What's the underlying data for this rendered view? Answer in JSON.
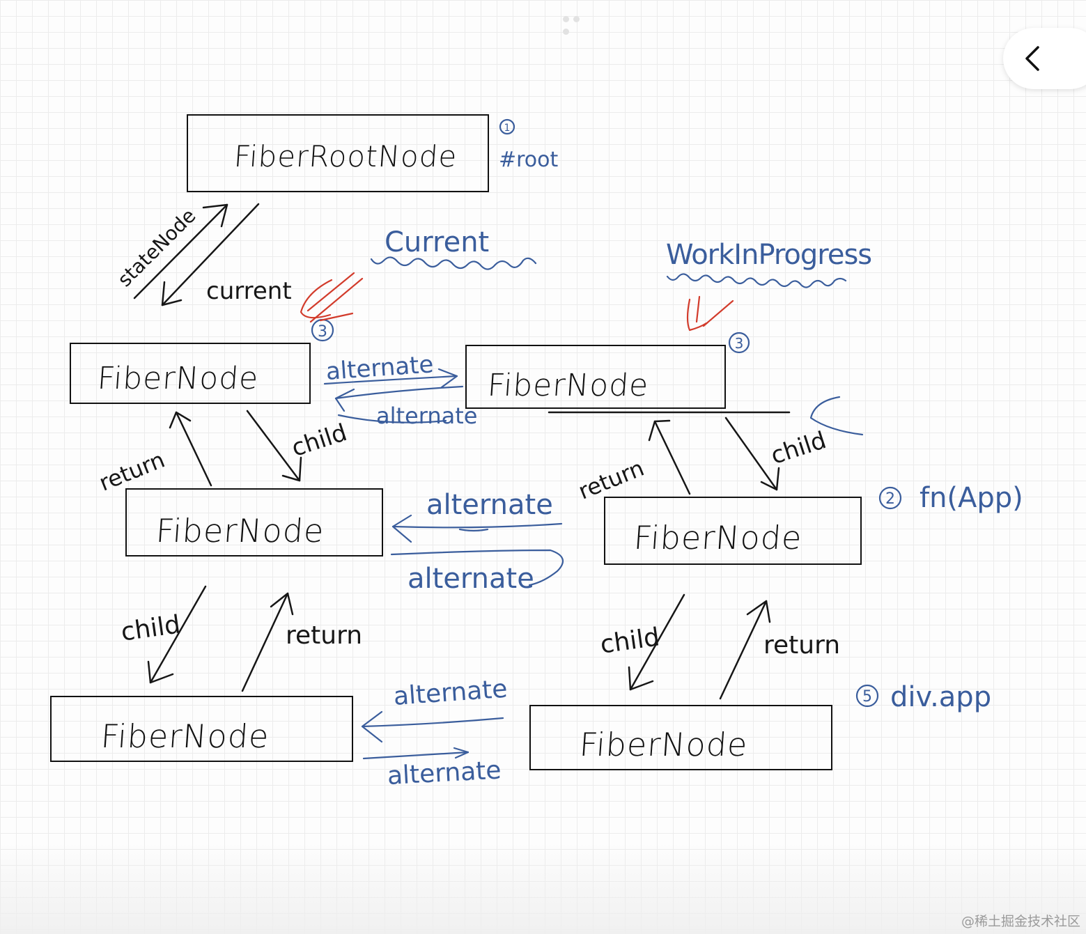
{
  "nodes": {
    "root": "FiberRootNode",
    "current_top": "FiberNode",
    "wip_top": "FiberNode",
    "current_mid": "FiberNode",
    "wip_mid": "FiberNode",
    "current_bottom": "FiberNode",
    "wip_bottom": "FiberNode"
  },
  "labels": {
    "state_node": "stateNode",
    "current_pointer": "current",
    "current_tree": "Current",
    "wip_tree": "WorkInProgress",
    "alternate": "alternate",
    "child": "child",
    "return": "return"
  },
  "annotations": {
    "root_step": "①",
    "root_id": "#root",
    "step_3": "③",
    "app_step": "②",
    "app_name": "fn(App)",
    "div_step": "⑤",
    "div_name": "div.app"
  },
  "toolbar": {
    "back_icon": "chevron-left-icon"
  },
  "watermark": "@稀土掘金技术社区",
  "colors": {
    "ink": "#161616",
    "blue": "#3a5d9c",
    "red": "#d23b2b"
  }
}
